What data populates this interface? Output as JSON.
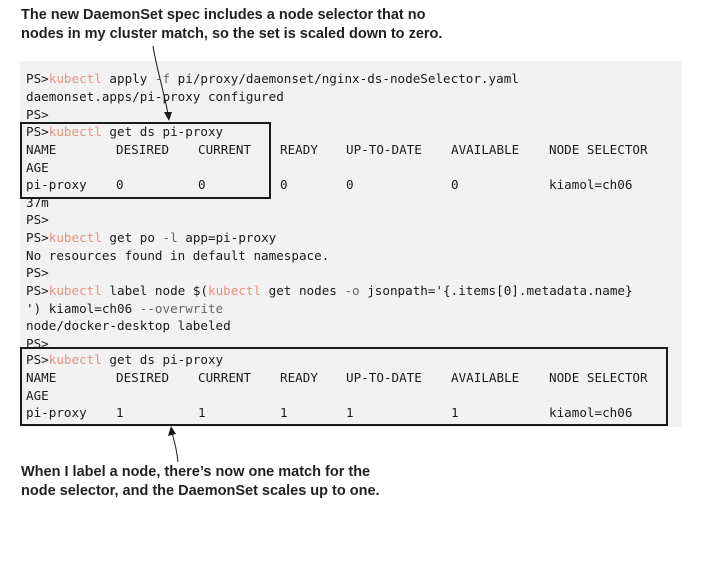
{
  "captions": {
    "top_1": "The new DaemonSet spec includes a node selector that no",
    "top_2": "nodes in my cluster match, so the set is scaled down to zero.",
    "bottom_1": "When I label a node, there’s now one match for the",
    "bottom_2": "node selector, and the DaemonSet scales up to one."
  },
  "terminal": {
    "prompt": "PS>",
    "kubectl": "kubectl",
    "apply_args_1": " apply ",
    "apply_flag": "-f",
    "apply_args_2": " pi/proxy/daemonset/nginx-ds-nodeSelector.yaml",
    "apply_result": "daemonset.apps/pi-proxy configured",
    "get_ds_args": " get ds pi-proxy",
    "headers": [
      "NAME",
      "DESIRED",
      "CURRENT",
      "READY",
      "UP-TO-DATE",
      "AVAILABLE",
      "NODE SELECTOR"
    ],
    "header_age": "AGE",
    "row_before": [
      "pi-proxy",
      "0",
      "0",
      "0",
      "0",
      "0",
      "kiamol=ch06"
    ],
    "row_before_age": "37m",
    "get_po_args_1": " get po ",
    "get_po_flag": "-l",
    "get_po_args_2": " app=pi-proxy",
    "no_resources": "No resources found in default namespace.",
    "label_args_1": " label node $(",
    "label_args_2": " get nodes ",
    "label_flag_o": "-o",
    "label_args_3": " jsonpath='{.items[0].metadata.name}",
    "label_cont_1": "') kiamol=ch06 ",
    "label_flag_overwrite": "--overwrite",
    "label_result": "node/docker-desktop labeled",
    "row_after": [
      "pi-proxy",
      "1",
      "1",
      "1",
      "1",
      "1",
      "kiamol=ch06"
    ]
  }
}
